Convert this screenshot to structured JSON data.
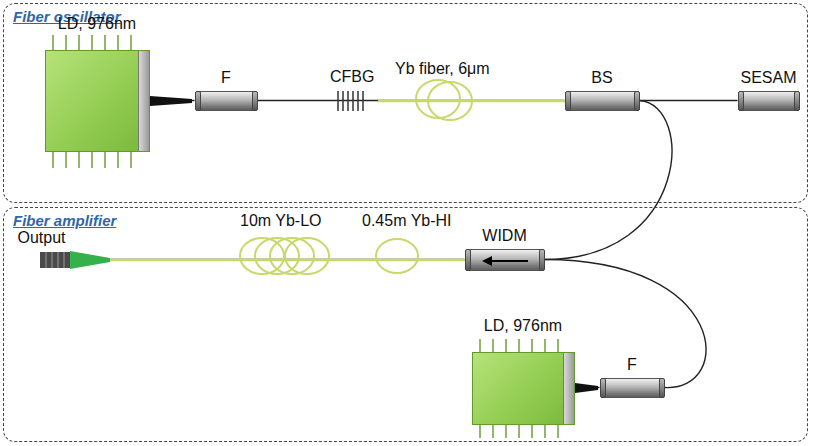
{
  "diagram": {
    "nodes": [
      {
        "text": [
          "Fiber oscillator"
        ]
      },
      {
        "text": [
          "LD, 976nm"
        ],
        "in": 0
      },
      {
        "text": [
          "F"
        ],
        "in": 0
      },
      {
        "text": [
          "BS"
        ],
        "in": 0
      },
      {
        "text": [
          "SESAM"
        ],
        "in": 0
      },
      {
        "text": [
          "Fiber amplifier"
        ]
      },
      {
        "text": [
          "Output"
        ],
        "in": 5
      },
      {
        "text": [
          "WIDM"
        ],
        "in": 5
      },
      {
        "text": [
          "LD, 976nm"
        ],
        "in": 5
      },
      {
        "text": [
          "F"
        ],
        "in": 5
      }
    ],
    "edges": [
      {
        "from": 1,
        "to": 2,
        "arrow": "none"
      },
      {
        "from": 2,
        "to": 3,
        "arrow": "none"
      },
      {
        "from": 3,
        "to": 4,
        "arrow": "none"
      },
      {
        "from": 3,
        "to": 7,
        "arrow": "none"
      },
      {
        "from": 8,
        "to": 9,
        "arrow": "none"
      },
      {
        "from": 9,
        "to": 7,
        "arrow": "none"
      },
      {
        "from": 7,
        "to": 6,
        "arrow": "none"
      }
    ],
    "labels": [
      "CFBG",
      "Yb fiber, 6μm",
      "10m Yb-LO",
      "0.45m Yb-HI"
    ]
  }
}
